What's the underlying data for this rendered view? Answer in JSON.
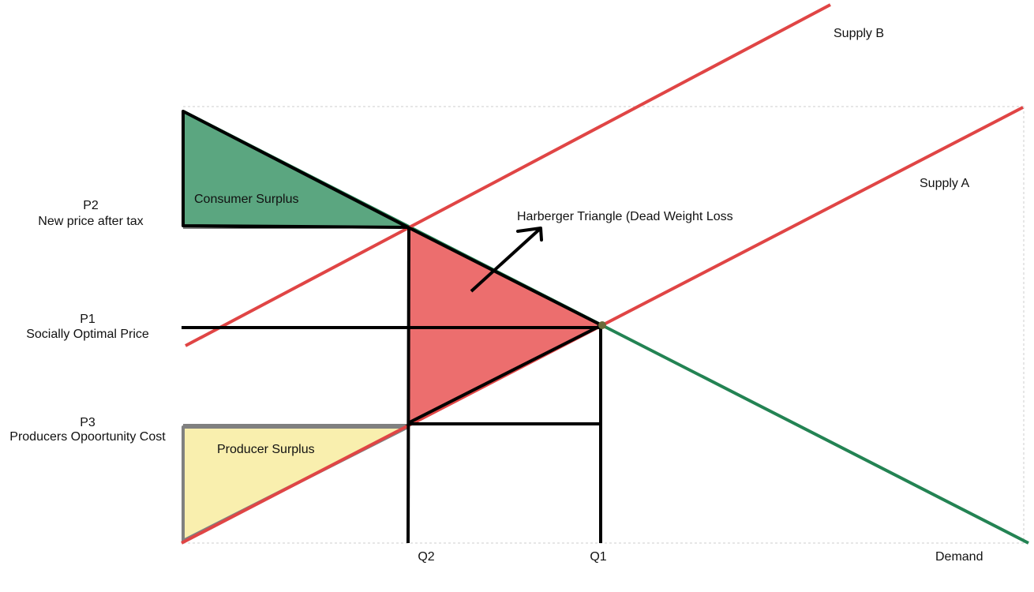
{
  "labels": {
    "supply_b": "Supply B",
    "supply_a": "Supply A",
    "demand": "Demand",
    "p2": "P2",
    "p2_desc": "New price after tax",
    "p1": "P1",
    "p1_desc": "Socially Optimal Price",
    "p3": "P3",
    "p3_desc": "Producers Opoortunity Cost",
    "q1": "Q1",
    "q2": "Q2",
    "consumer_surplus": "Consumer Surplus",
    "producer_surplus": "Producer Surplus",
    "harberger": "Harberger Triangle (Dead Weight Loss"
  },
  "colors": {
    "supply_line": "#e04545",
    "demand_line": "#238353",
    "consumer_surplus_fill": "#5ba680",
    "producer_surplus_fill": "#f9efae",
    "producer_surplus_border": "#808080",
    "deadweight_fill": "#ec6e6e",
    "guide_line": "#000000",
    "frame_dotted": "#cccccc"
  }
}
